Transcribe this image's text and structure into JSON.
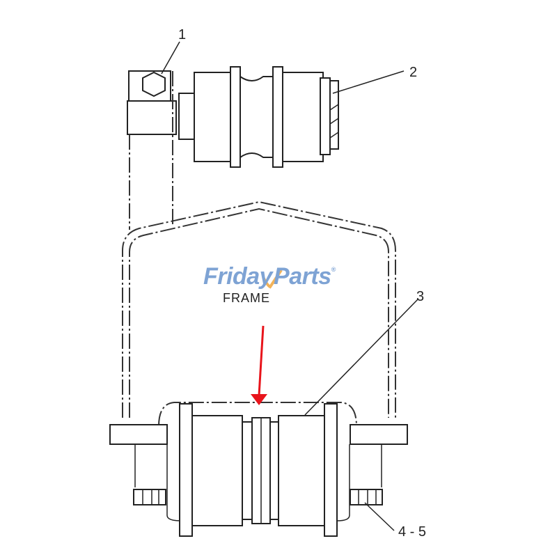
{
  "diagram": {
    "title_label": "FRAME",
    "callouts": [
      {
        "id": "callout-1",
        "label": "1"
      },
      {
        "id": "callout-2",
        "label": "2"
      },
      {
        "id": "callout-3",
        "label": "3"
      },
      {
        "id": "callout-4-5",
        "label": "4 - 5"
      }
    ],
    "watermark": {
      "text_left": "Friday",
      "text_right": "Parts",
      "registered_mark": "®"
    },
    "colors": {
      "logo_blue": "#7ea3d4",
      "logo_check": "#f2b35a",
      "arrow_red": "#e8141b",
      "line": "#222222"
    }
  }
}
